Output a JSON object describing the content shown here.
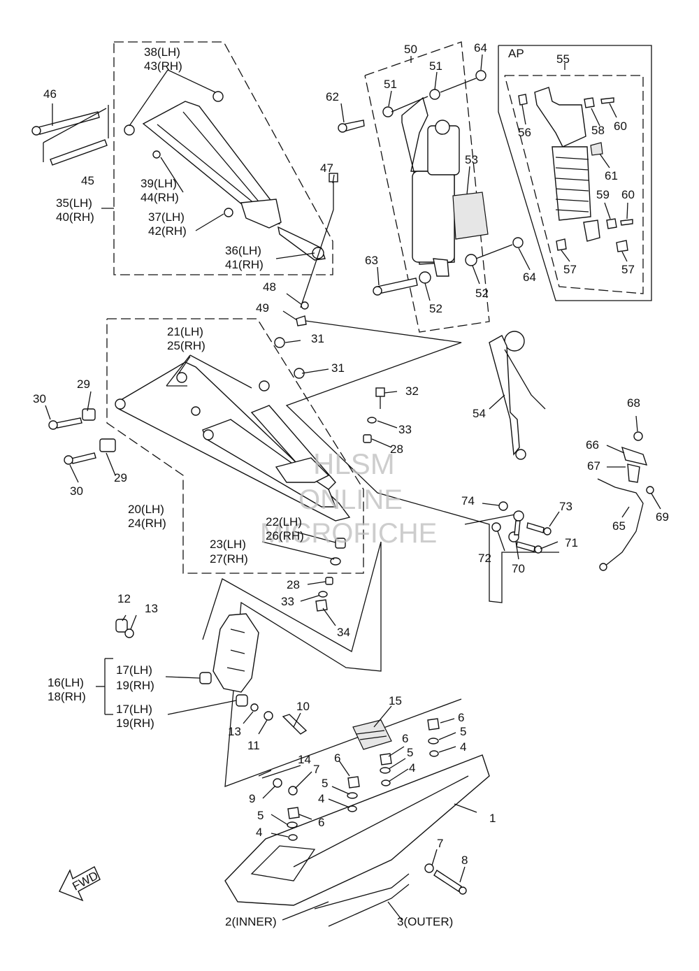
{
  "watermark": {
    "line1": "HLSM",
    "line2": "ONLINE",
    "line3": "MICROFICHE"
  },
  "group_label": "AP",
  "direction_label": "FWD",
  "labels": {
    "l1": "1",
    "l2": "2(INNER)",
    "l3": "3(OUTER)",
    "l4a": "4",
    "l4b": "4",
    "l4c": "4",
    "l4d": "4",
    "l5a": "5",
    "l5b": "5",
    "l5c": "5",
    "l5d": "5",
    "l6a": "6",
    "l6b": "6",
    "l6c": "6",
    "l6d": "6",
    "l7a": "7",
    "l7b": "7",
    "l8": "8",
    "l9": "9",
    "l10": "10",
    "l11": "11",
    "l12": "12",
    "l13a": "13",
    "l13b": "13",
    "l14": "14",
    "l15": "15",
    "l16": "16(LH)",
    "l18": "18(RH)",
    "l17a": "17(LH)",
    "l19a": "19(RH)",
    "l17b": "17(LH)",
    "l19b": "19(RH)",
    "l20": "20(LH)",
    "l24": "24(RH)",
    "l21": "21(LH)",
    "l25": "25(RH)",
    "l22": "22(LH)",
    "l26": "26(RH)",
    "l23": "23(LH)",
    "l27": "27(RH)",
    "l28a": "28",
    "l28b": "28",
    "l29a": "29",
    "l29b": "29",
    "l30a": "30",
    "l30b": "30",
    "l31a": "31",
    "l31b": "31",
    "l32": "32",
    "l33a": "33",
    "l33b": "33",
    "l34": "34",
    "l35": "35(LH)",
    "l40": "40(RH)",
    "l36": "36(LH)",
    "l41": "41(RH)",
    "l37": "37(LH)",
    "l42": "42(RH)",
    "l38": "38(LH)",
    "l43": "43(RH)",
    "l39": "39(LH)",
    "l44": "44(RH)",
    "l45": "45",
    "l46": "46",
    "l47": "47",
    "l48": "48",
    "l49": "49",
    "l50": "50",
    "l51a": "51",
    "l51b": "51",
    "l52a": "52",
    "l52b": "52",
    "l53": "53",
    "l54": "54",
    "l55": "55",
    "l56": "56",
    "l57a": "57",
    "l57b": "57",
    "l58": "58",
    "l59": "59",
    "l60a": "60",
    "l60b": "60",
    "l61": "61",
    "l62": "62",
    "l63": "63",
    "l64a": "64",
    "l64b": "64",
    "l65": "65",
    "l66": "66",
    "l67": "67",
    "l68": "68",
    "l69": "69",
    "l70": "70",
    "l71": "71",
    "l72": "72",
    "l73": "73",
    "l74": "74"
  }
}
